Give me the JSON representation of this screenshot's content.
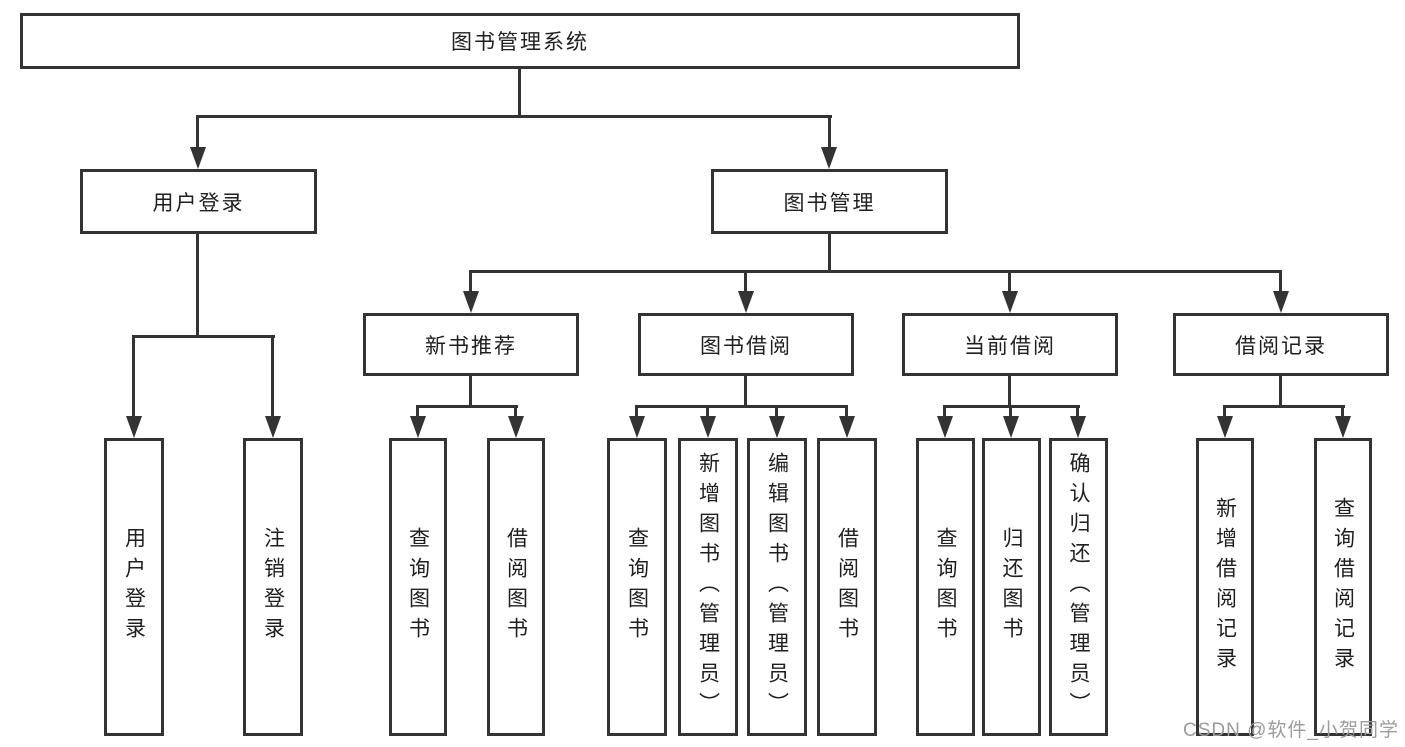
{
  "diagram": {
    "title": "图书管理系统",
    "root": {
      "label": "图书管理系统"
    },
    "level1": [
      {
        "label": "用户登录"
      },
      {
        "label": "图书管理"
      }
    ],
    "level2": [
      {
        "label": "新书推荐"
      },
      {
        "label": "图书借阅"
      },
      {
        "label": "当前借阅"
      },
      {
        "label": "借阅记录"
      }
    ],
    "leaves": {
      "user": [
        "用户登录",
        "注销登录"
      ],
      "recommend": [
        "查询图书",
        "借阅图书"
      ],
      "borrow": [
        "查询图书",
        "新增图书（管理员）",
        "编辑图书（管理员）",
        "借阅图书"
      ],
      "current": [
        "查询图书",
        "归还图书",
        "确认归还（管理员）"
      ],
      "records": [
        "新增借阅记录",
        "查询借阅记录"
      ]
    }
  },
  "watermark": {
    "text": "CSDN @软件_小贺同学",
    "color": "#9c9c9c"
  },
  "colors": {
    "line": "#333333",
    "text": "#1f1f1f",
    "background": "#ffffff"
  }
}
